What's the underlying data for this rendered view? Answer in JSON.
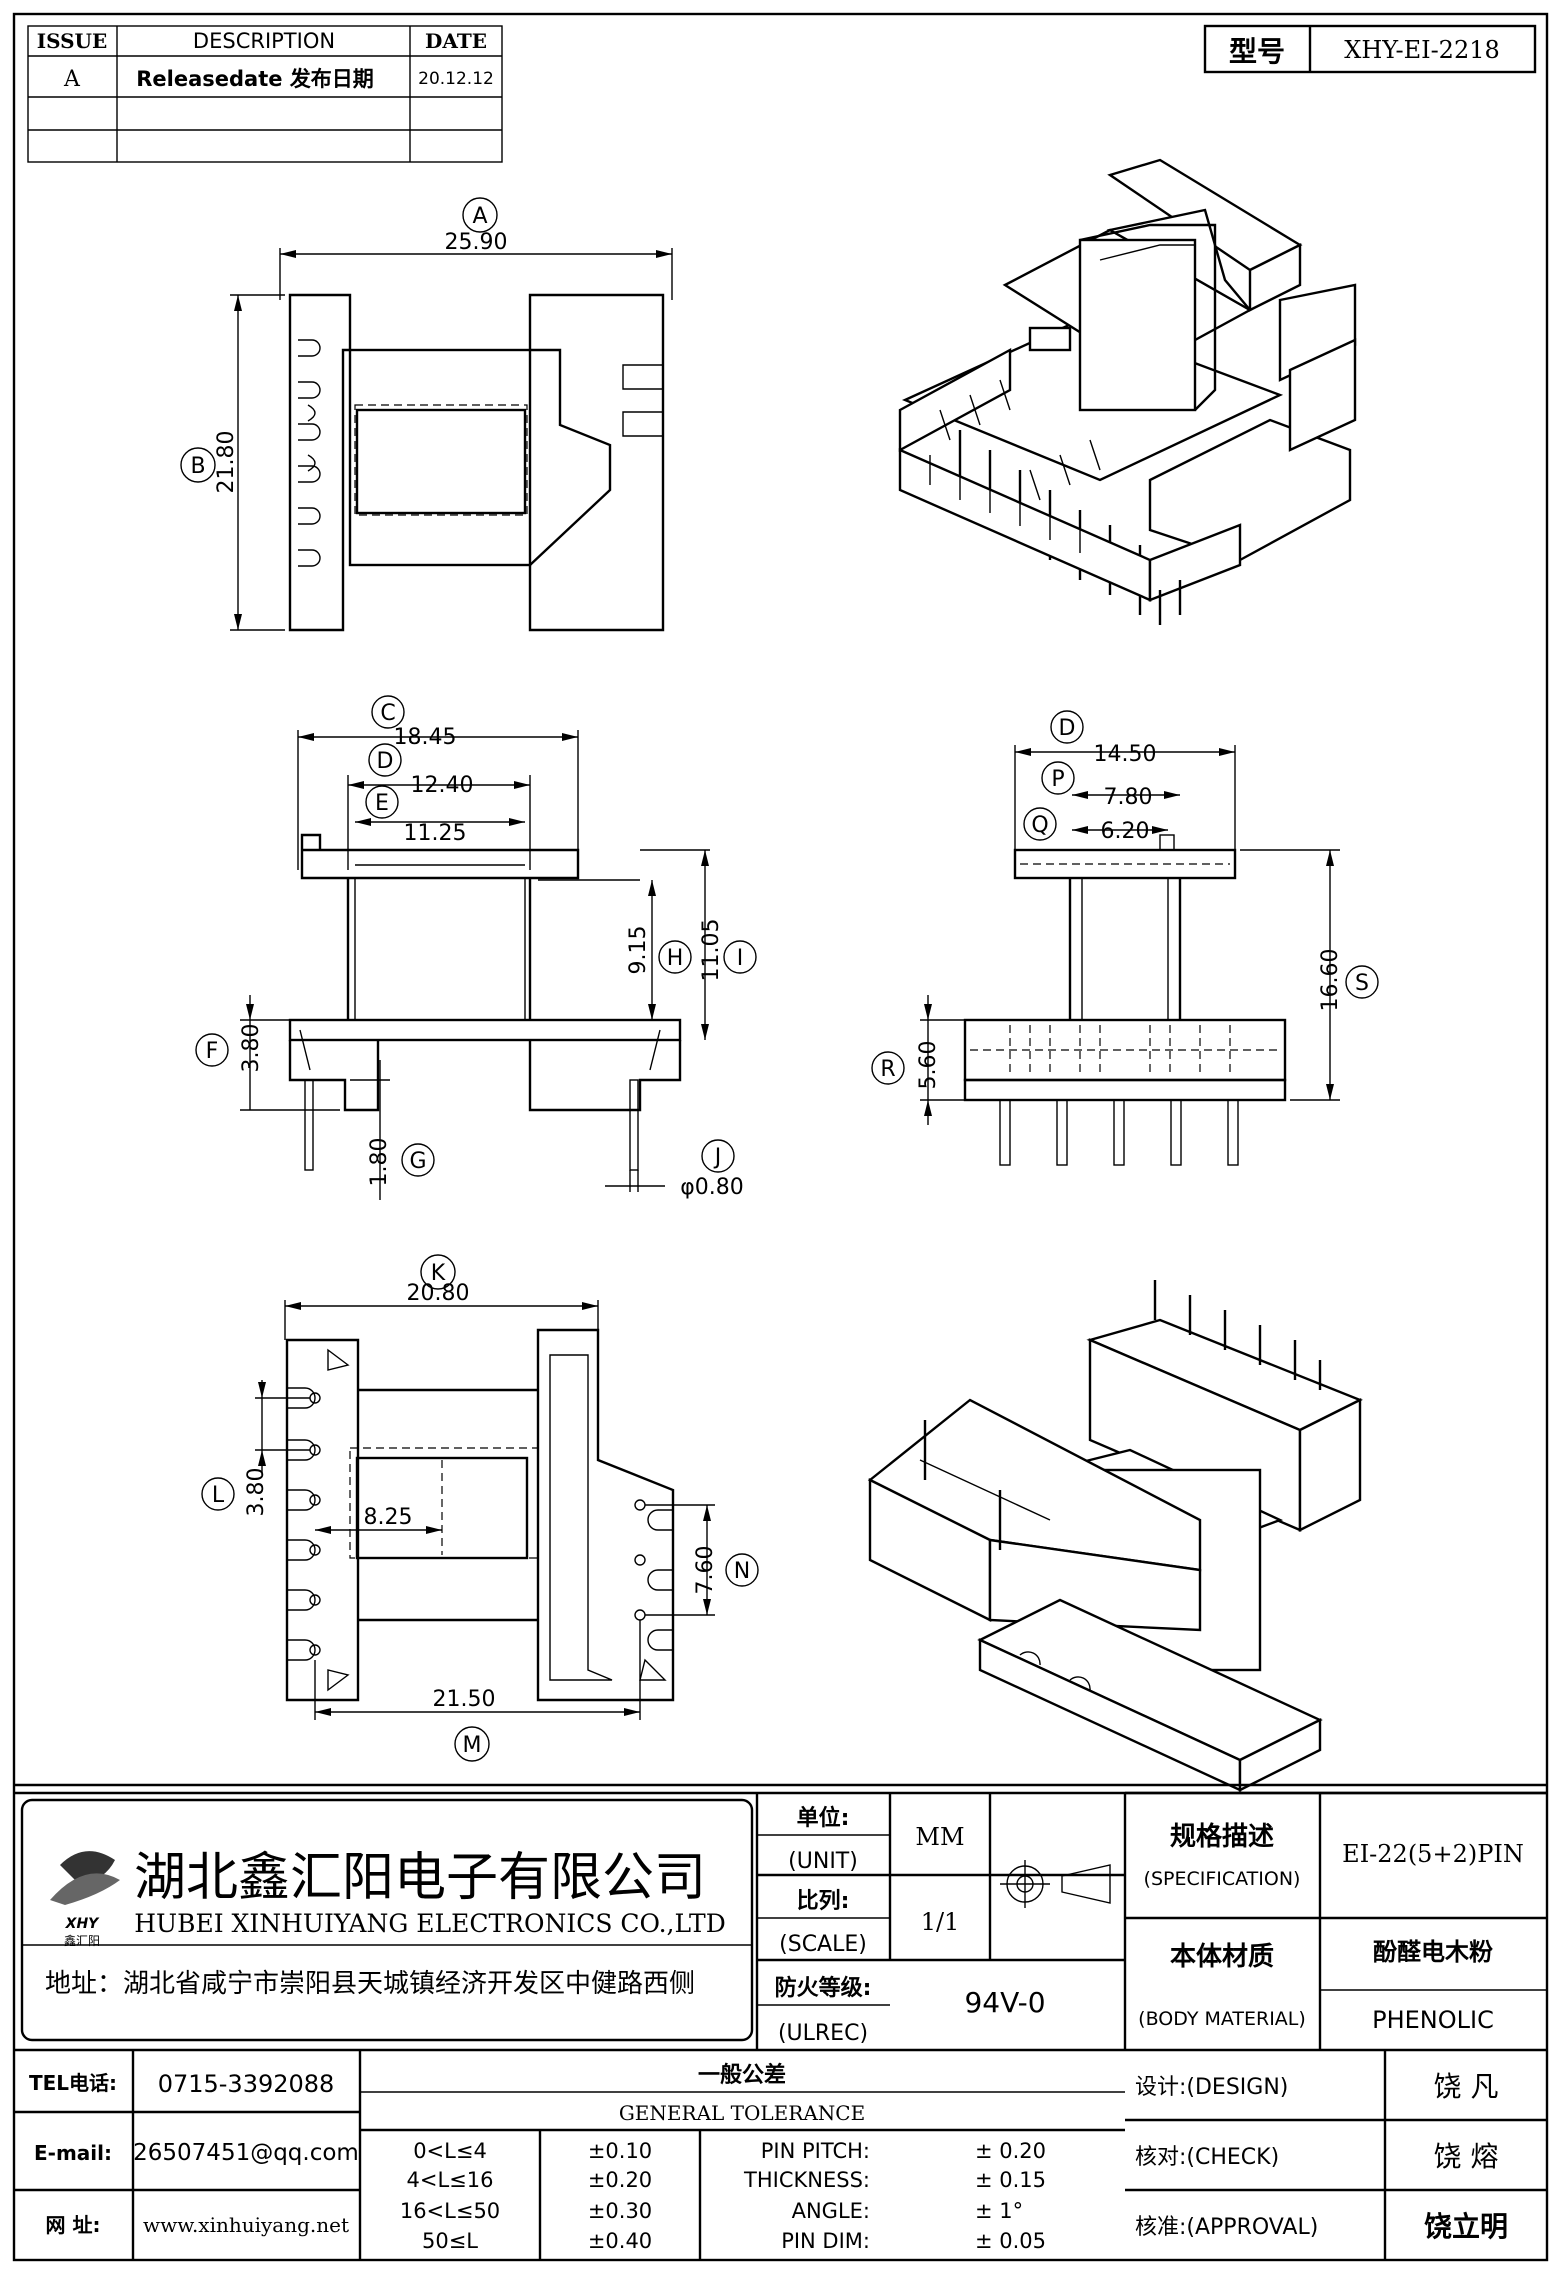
{
  "revision_table": {
    "headers": [
      "ISSUE",
      "DESCRIPTION",
      "DATE"
    ],
    "rows": [
      {
        "issue": "A",
        "description": "Releasedate 发布日期",
        "date": "20.12.12"
      }
    ]
  },
  "part_number": {
    "label": "型号",
    "value": "XHY-EI-2218"
  },
  "dimensions": {
    "A": "25.90",
    "B": "21.80",
    "C": "18.45",
    "D": "12.40",
    "E": "11.25",
    "F": "3.80",
    "G": "1.80",
    "H": "9.15",
    "I": "11.05",
    "J": "φ0.80",
    "D2": "14.50",
    "P": "7.80",
    "Q": "6.20",
    "R": "5.60",
    "S": "16.60",
    "K": "20.80",
    "L": "3.80",
    "M": "21.50",
    "N": "7.60",
    "inner": "8.25"
  },
  "company": {
    "logo_text": "XHY",
    "logo_sub": "鑫汇阳",
    "name_cn": "湖北鑫汇阳电子有限公司",
    "name_en": "HUBEI XINHUIYANG ELECTRONICS CO.,LTD",
    "address": "地址：湖北省咸宁市崇阳县天城镇经济开发区中健路西侧"
  },
  "title_block": {
    "unit_cn": "单位:",
    "unit_en": "(UNIT)",
    "unit_value": "MM",
    "scale_cn": "比列:",
    "scale_en": "(SCALE)",
    "scale_value": "1/1",
    "ulrec_cn": "防火等级:",
    "ulrec_en": "(ULREC)",
    "ulrec_value": "94V-0",
    "spec_cn": "规格描述",
    "spec_en": "(SPECIFICATION)",
    "spec_value": "EI-22(5+2)PIN",
    "material_cn": "本体材质",
    "material_en": "(BODY MATERIAL)",
    "material_value_cn": "酚醛电木粉",
    "material_value_en": "PHENOLIC"
  },
  "contact": {
    "tel_label": "TEL电话:",
    "tel": "0715-3392088",
    "email_label": "E-mail:",
    "email": "26507451@qq.com",
    "web_label": "网  址:",
    "web": "www.xinhuiyang.net"
  },
  "tolerance": {
    "title_cn": "一般公差",
    "title_en": "GENERAL TOLERANCE",
    "ranges": [
      {
        "range": "0<L≤4",
        "tol": "±0.10"
      },
      {
        "range": "4<L≤16",
        "tol": "±0.20"
      },
      {
        "range": "16<L≤50",
        "tol": "±0.30"
      },
      {
        "range": "50≤L",
        "tol": "±0.40"
      }
    ],
    "specs": [
      {
        "label": "PIN PITCH:",
        "value": "±  0.20"
      },
      {
        "label": "THICKNESS:",
        "value": "±  0.15"
      },
      {
        "label": "ANGLE:",
        "value": "±  1°"
      },
      {
        "label": "PIN DIM:",
        "value": "±  0.05"
      }
    ]
  },
  "approvals": [
    {
      "label": "设计:(DESIGN)",
      "name": "饶   凡"
    },
    {
      "label": "核对:(CHECK)",
      "name": "饶   熔"
    },
    {
      "label": "核准:(APPROVAL)",
      "name": "饶立明"
    }
  ]
}
